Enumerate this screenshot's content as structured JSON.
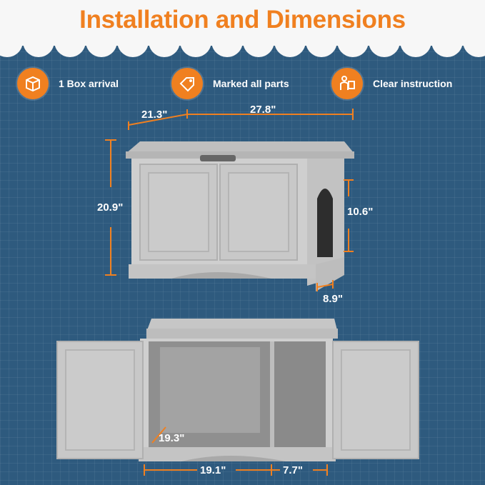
{
  "title": "Installation and Dimensions",
  "features": [
    {
      "label": "1 Box arrival",
      "icon": "box-icon"
    },
    {
      "label": "Marked all parts",
      "icon": "tag-icon"
    },
    {
      "label": "Clear instruction",
      "icon": "instruction-icon"
    }
  ],
  "dimensions": {
    "depth": "21.3\"",
    "width": "27.8\"",
    "height": "20.9\"",
    "door_height": "10.6\"",
    "door_width": "8.9\"",
    "inner_depth": "19.3\"",
    "left_compartment": "19.1\"",
    "right_compartment": "7.7\""
  },
  "colors": {
    "accent": "#f08020",
    "background": "#2e5a7e",
    "cabinet": "#c9c9c9"
  }
}
